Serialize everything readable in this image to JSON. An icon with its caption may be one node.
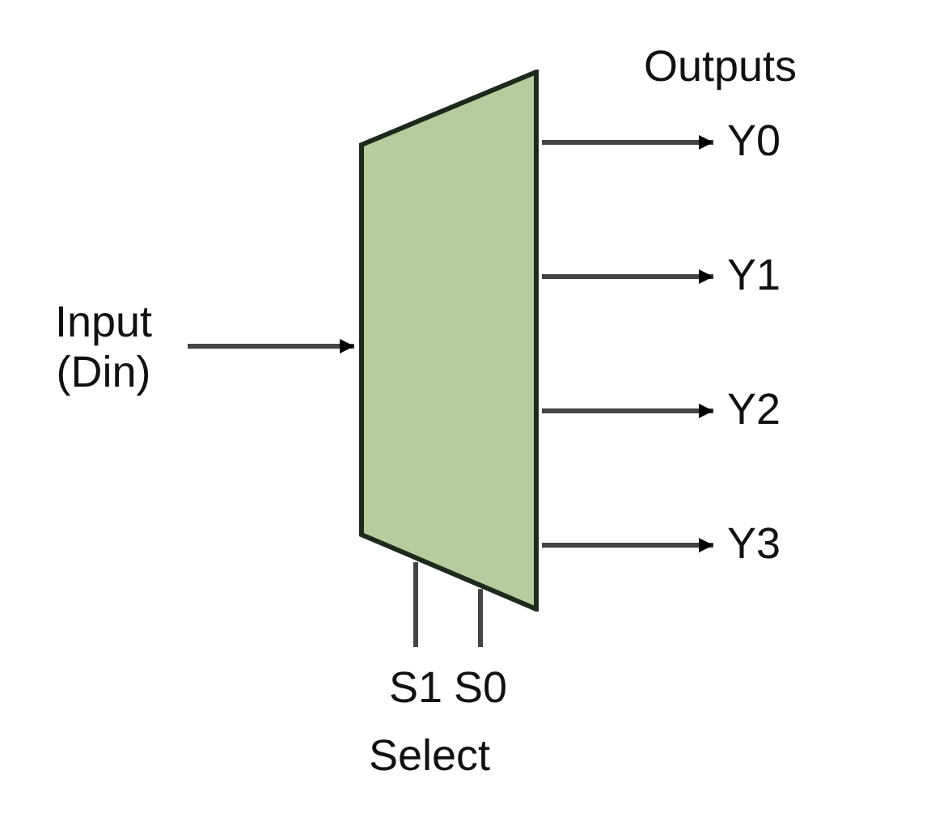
{
  "diagram": {
    "nodes": [
      {
        "text": [],
        "shape": "trapezoid"
      },
      {
        "text": [
          "Input (Din)"
        ]
      },
      {
        "text": [
          "Y0"
        ]
      },
      {
        "text": [
          "Y1"
        ]
      },
      {
        "text": [
          "Y2"
        ]
      },
      {
        "text": [
          "Y3"
        ]
      },
      {
        "text": [
          "S1"
        ]
      },
      {
        "text": [
          "S0"
        ]
      }
    ],
    "edges": [
      {
        "from": 1,
        "to": 0,
        "arrow": "to"
      },
      {
        "from": 0,
        "to": 2,
        "arrow": "to"
      },
      {
        "from": 0,
        "to": 3,
        "arrow": "to"
      },
      {
        "from": 0,
        "to": 4,
        "arrow": "to"
      },
      {
        "from": 0,
        "to": 5,
        "arrow": "to"
      },
      {
        "from": 6,
        "to": 0,
        "arrow": "none"
      },
      {
        "from": 7,
        "to": 0,
        "arrow": "none"
      }
    ],
    "labels": [
      "Outputs",
      "Select"
    ]
  }
}
